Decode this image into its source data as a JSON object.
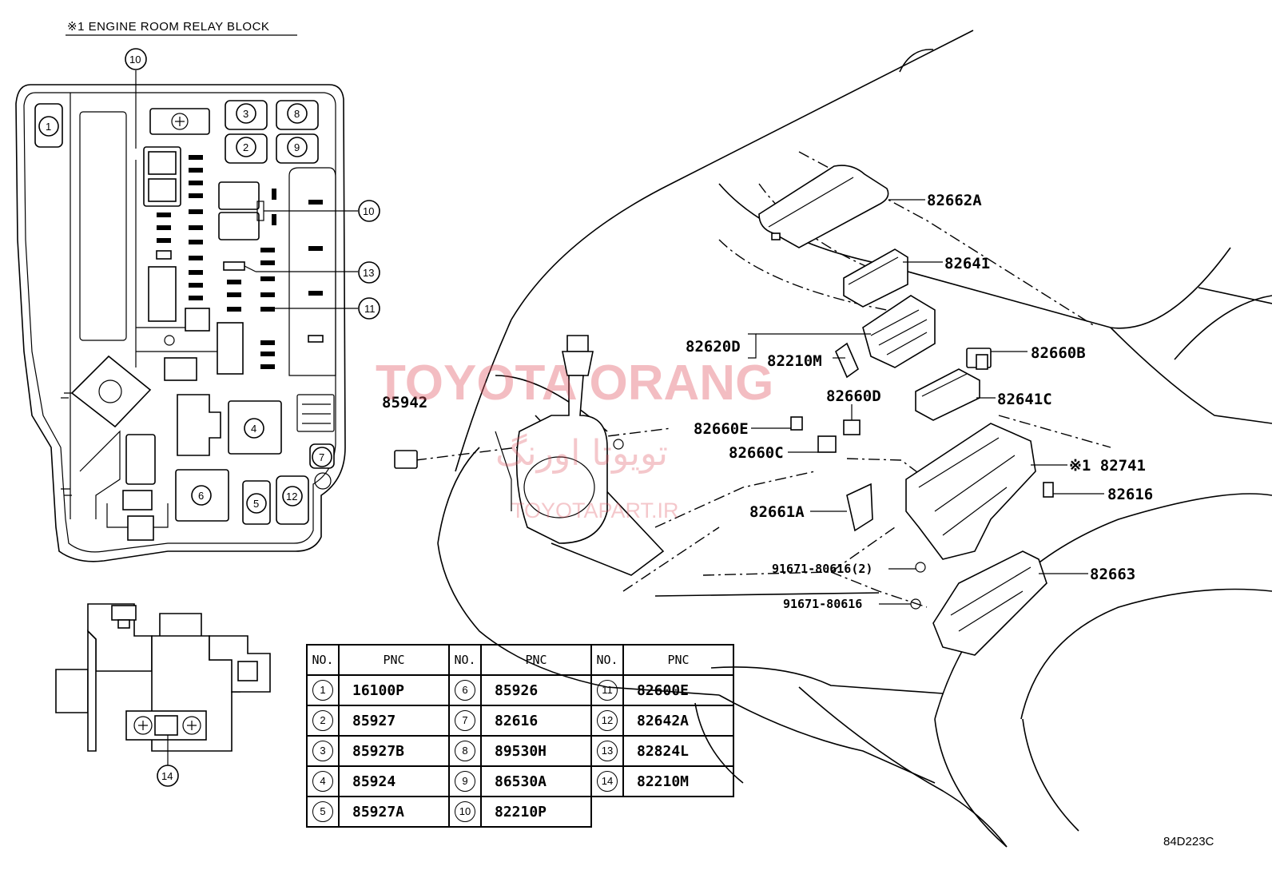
{
  "relay_block": {
    "title": "※1 ENGINE ROOM RELAY BLOCK",
    "callouts": [
      "1",
      "2",
      "3",
      "4",
      "5",
      "6",
      "7",
      "8",
      "9",
      "10",
      "11",
      "12",
      "13",
      "14"
    ]
  },
  "part_labels": {
    "p82662A": "82662A",
    "p82641": "82641",
    "p82620D": "82620D",
    "p82210M": "82210M",
    "p82660B": "82660B",
    "p82641C": "82641C",
    "p82660D": "82660D",
    "p82660E": "82660E",
    "p82660C": "82660C",
    "p85942": "85942",
    "p82741": "※1 82741",
    "p82616": "82616",
    "p82661A": "82661A",
    "p91671_2": "91671-80616(2)",
    "p82663": "82663",
    "p91671": "91671-80616"
  },
  "watermark": {
    "line1": "TOYOTA ORANG",
    "line2": "تویوتا اورنگ",
    "line3": "TOYOTAPART.IR"
  },
  "diagram_ref": "84D223C",
  "table": {
    "headers": [
      "NO.",
      "PNC",
      "NO.",
      "PNC",
      "NO.",
      "PNC"
    ],
    "rows": [
      [
        {
          "no": "1",
          "pnc": "16100P"
        },
        {
          "no": "6",
          "pnc": "85926"
        },
        {
          "no": "11",
          "pnc": "82600E"
        }
      ],
      [
        {
          "no": "2",
          "pnc": "85927"
        },
        {
          "no": "7",
          "pnc": "82616"
        },
        {
          "no": "12",
          "pnc": "82642A"
        }
      ],
      [
        {
          "no": "3",
          "pnc": "85927B"
        },
        {
          "no": "8",
          "pnc": "89530H"
        },
        {
          "no": "13",
          "pnc": "82824L"
        }
      ],
      [
        {
          "no": "4",
          "pnc": "85924"
        },
        {
          "no": "9",
          "pnc": "86530A"
        },
        {
          "no": "14",
          "pnc": "82210M"
        }
      ],
      [
        {
          "no": "5",
          "pnc": "85927A"
        },
        {
          "no": "10",
          "pnc": "82210P"
        }
      ]
    ]
  }
}
